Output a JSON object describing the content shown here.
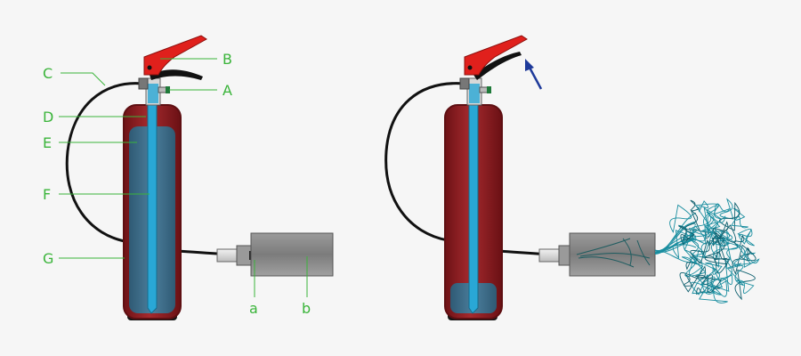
{
  "diagram": {
    "labels": {
      "A": "A",
      "B": "B",
      "C": "C",
      "D": "D",
      "E": "E",
      "F": "F",
      "G": "G",
      "a": "a",
      "b": "b"
    },
    "colors": {
      "label": "#3ab43a",
      "shell": "#8c1c20",
      "shell_dark": "#5e0f12",
      "liquid": "#3c6e8c",
      "tube": "#29a7d6",
      "handle": "#e0201c",
      "hose": "#111111",
      "nozzle": "#8a8a8a",
      "arrow": "#1e3a9a",
      "spray": "#1a8ea0"
    },
    "icons": {
      "arrow": "arrow-up-left-icon"
    }
  }
}
